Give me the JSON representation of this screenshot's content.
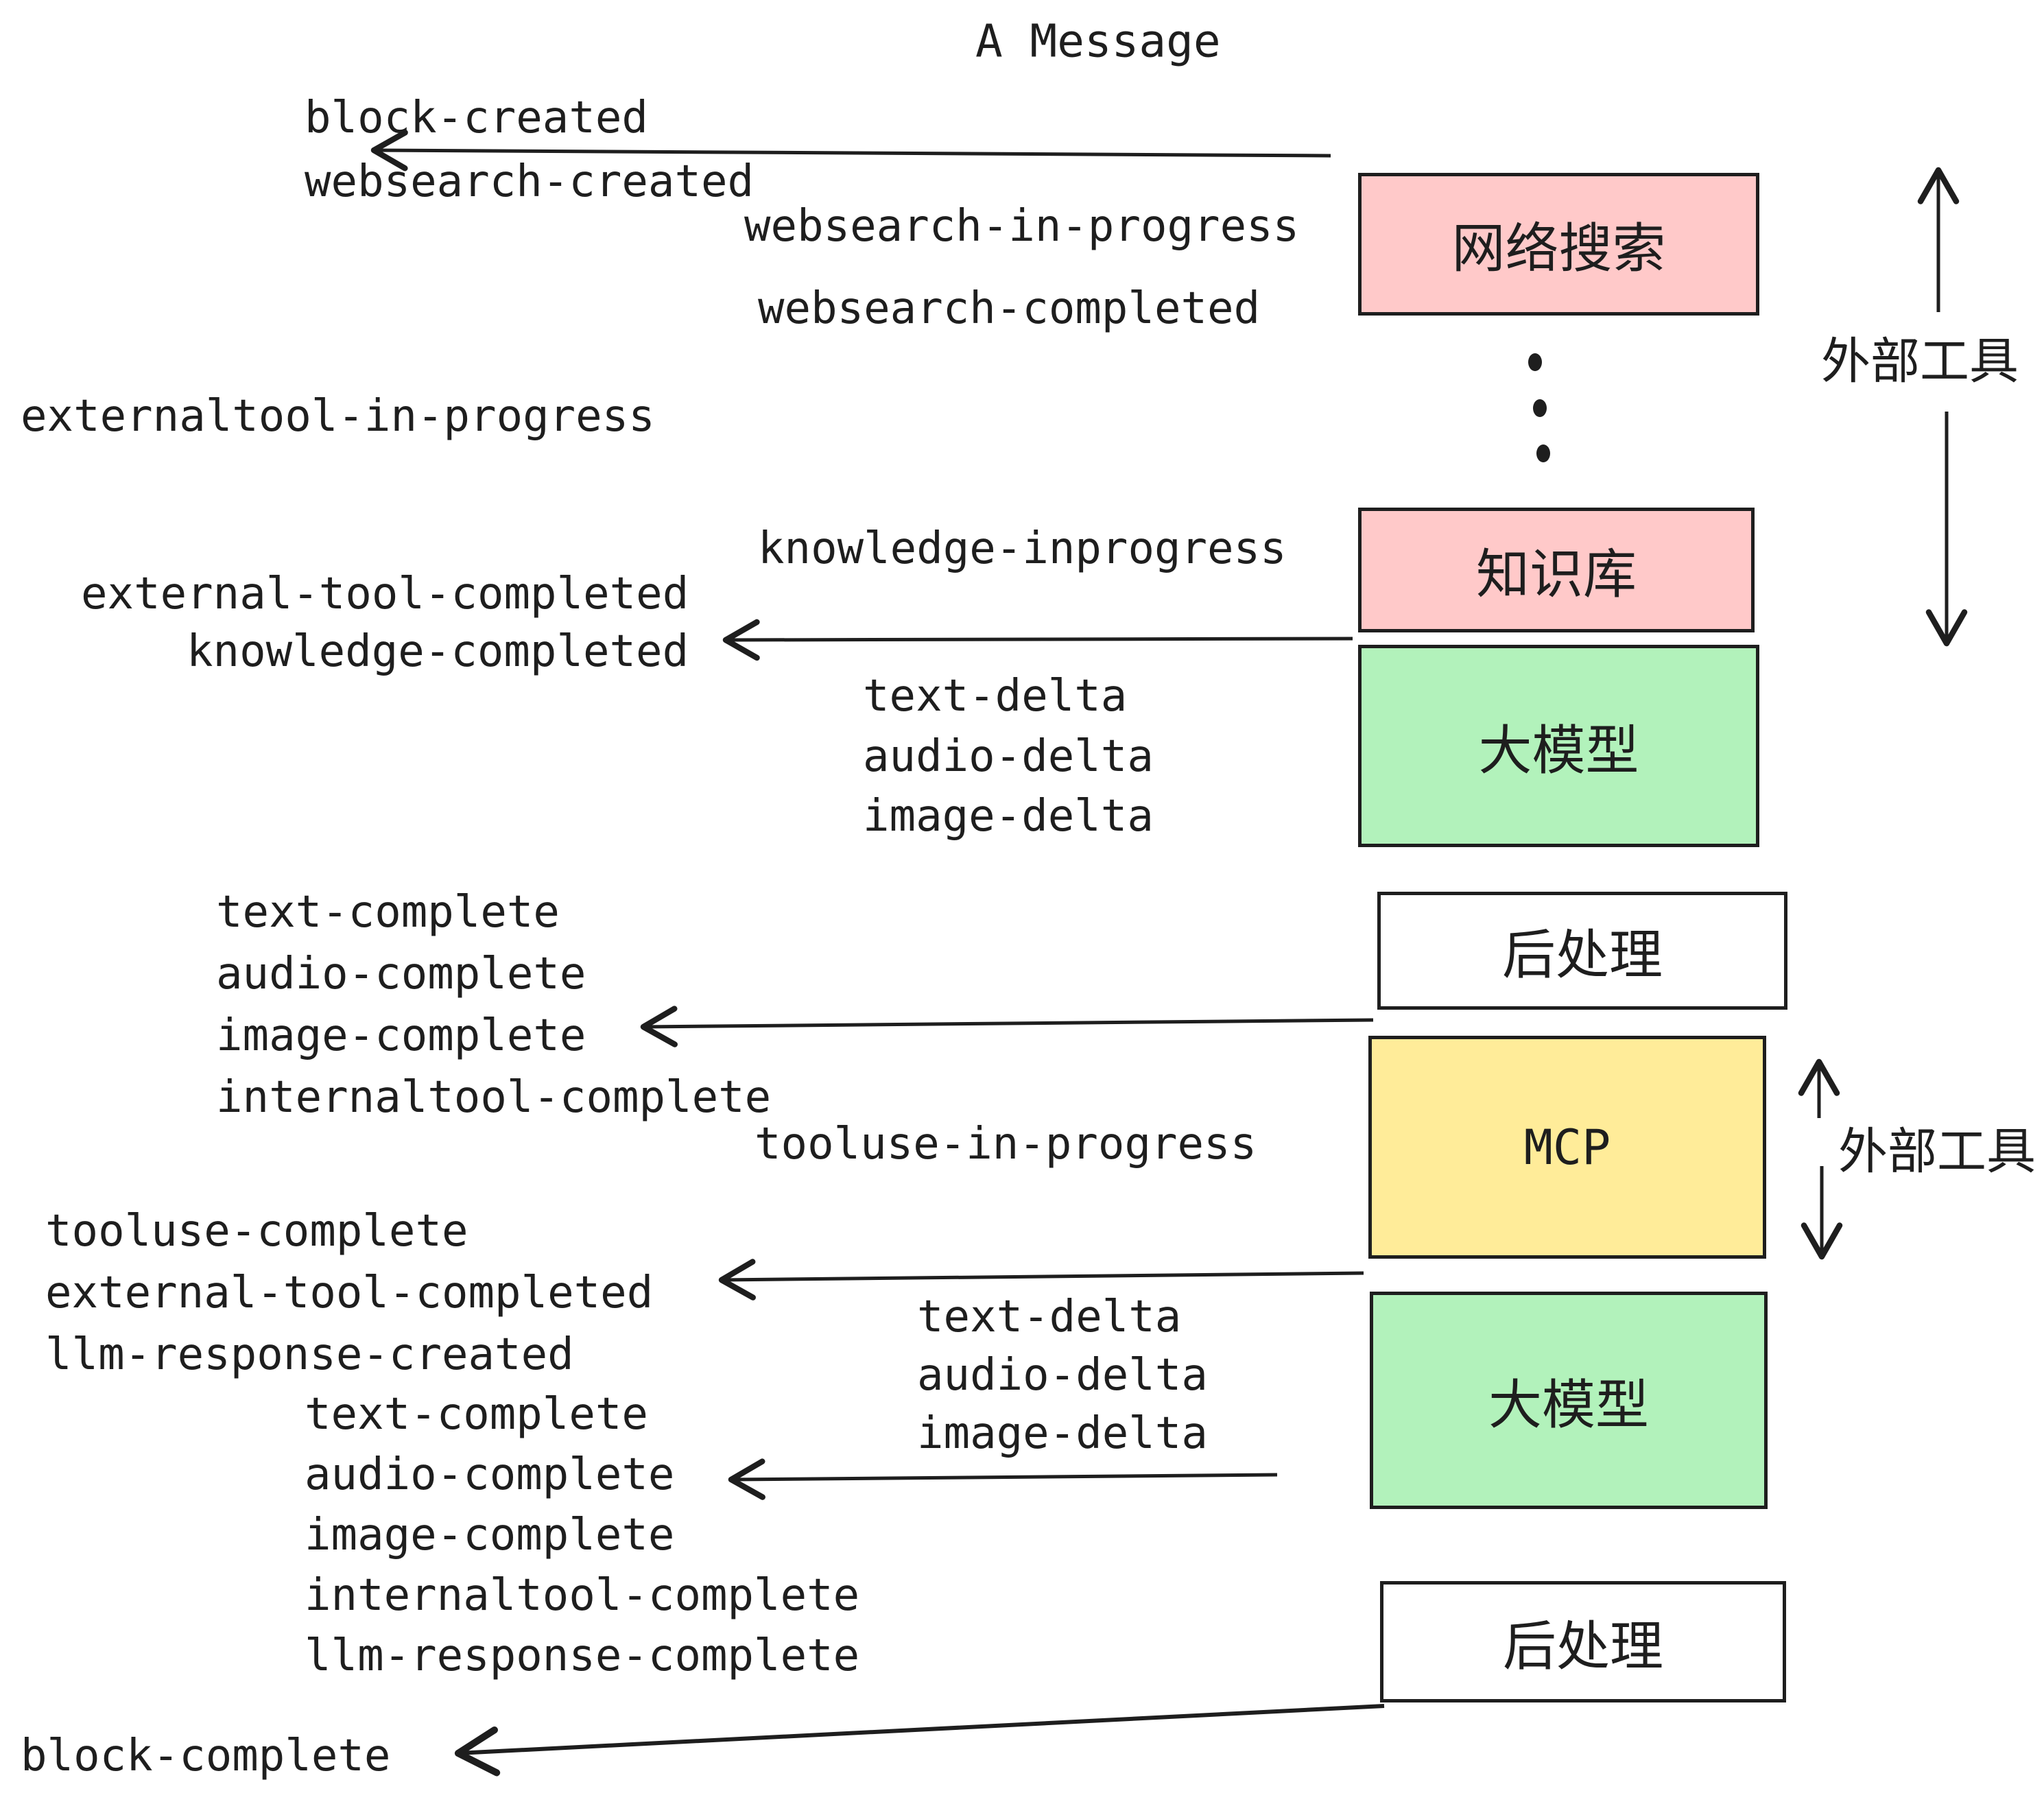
{
  "title": "A Message",
  "colors": {
    "pink": "#ffc9c9",
    "green": "#b2f2bb",
    "yellow": "#ffec99",
    "white": "#ffffff",
    "stroke": "#1e1e1e"
  },
  "boxes": {
    "websearch": "网络搜索",
    "knowledge": "知识库",
    "llm1": "大模型",
    "post1": "后处理",
    "mcp": "MCP",
    "llm2": "大模型",
    "post2": "后处理"
  },
  "side_labels": {
    "external_tools_top": "外部工具",
    "external_tools_mid": "外部工具"
  },
  "events": {
    "block_created": "block-created",
    "websearch_created": "websearch-created",
    "websearch_in_progress": "websearch-in-progress",
    "websearch_completed": "websearch-completed",
    "externaltool_in_progress": "externaltool-in-progress",
    "external_tool_completed": "external-tool-completed",
    "knowledge_inprogress": "knowledge-inprogress",
    "knowledge_completed": "knowledge-completed",
    "delta_group1": [
      "text-delta",
      "audio-delta",
      "image-delta"
    ],
    "complete_group1": [
      "text-complete",
      "audio-complete",
      "image-complete",
      "internaltool-complete"
    ],
    "tooluse_in_progress": "tooluse-in-progress",
    "tooluse_complete": "tooluse-complete",
    "external_tool_completed2": "external-tool-completed",
    "llm_response_created": "llm-response-created",
    "delta_group2": [
      "text-delta",
      "audio-delta",
      "image-delta"
    ],
    "complete_group2": [
      "text-complete",
      "audio-complete",
      "image-complete",
      "internaltool-complete",
      "llm-response-complete"
    ],
    "block_complete": "block-complete"
  }
}
